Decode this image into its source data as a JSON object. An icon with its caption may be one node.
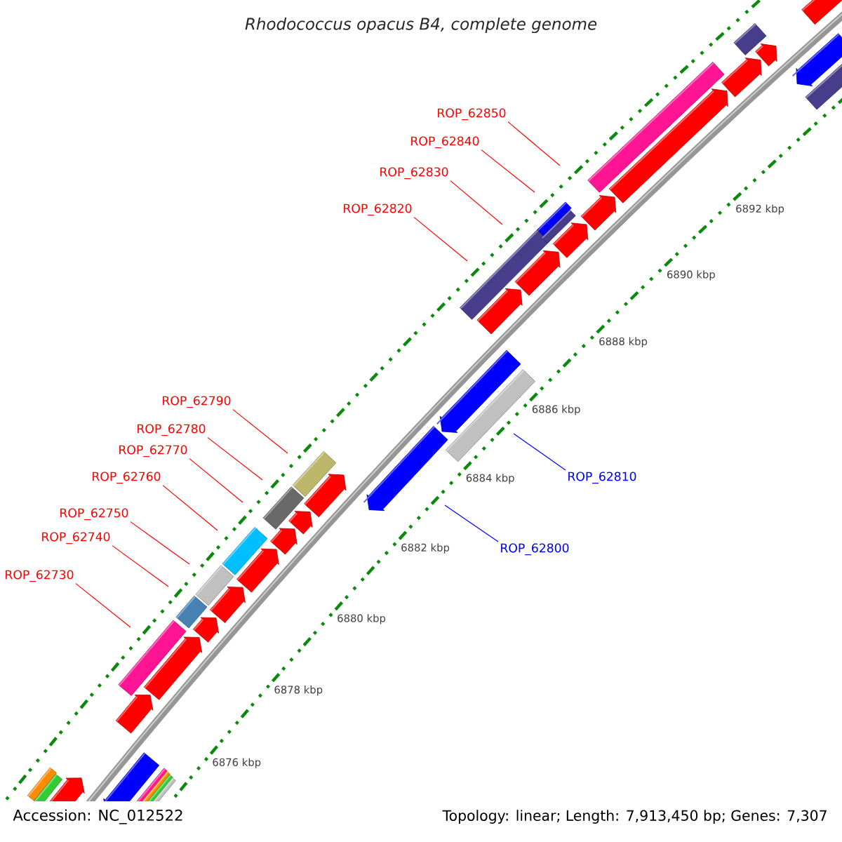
{
  "diagram": {
    "title": "Rhodococcus opacus B4, complete genome",
    "nodes": [
      {
        "text": [
          "ROP_62850"
        ]
      },
      {
        "text": [
          "ROP_62840"
        ]
      },
      {
        "text": [
          "ROP_62830"
        ]
      },
      {
        "text": [
          "ROP_62820"
        ]
      },
      {
        "text": [
          "ROP_62790"
        ]
      },
      {
        "text": [
          "ROP_62780"
        ]
      },
      {
        "text": [
          "ROP_62770"
        ]
      },
      {
        "text": [
          "ROP_62760"
        ]
      },
      {
        "text": [
          "ROP_62810"
        ]
      },
      {
        "text": [
          "ROP_62750"
        ]
      },
      {
        "text": [
          "ROP_62740"
        ]
      },
      {
        "text": [
          "ROP_62800"
        ]
      },
      {
        "text": [
          "ROP_62730"
        ]
      }
    ],
    "edges": [
      {
        "from": 0,
        "to": null,
        "arrow": "none"
      },
      {
        "from": 1,
        "to": null,
        "arrow": "none"
      },
      {
        "from": 2,
        "to": null,
        "arrow": "none"
      },
      {
        "from": 3,
        "to": null,
        "arrow": "none"
      },
      {
        "from": 4,
        "to": null,
        "arrow": "none"
      },
      {
        "from": 5,
        "to": null,
        "arrow": "none"
      },
      {
        "from": 6,
        "to": null,
        "arrow": "none"
      },
      {
        "from": 7,
        "to": null,
        "arrow": "none"
      },
      {
        "from": 8,
        "to": null,
        "arrow": "none",
        "color": "#0000ff"
      },
      {
        "from": 9,
        "to": null,
        "arrow": "none"
      },
      {
        "from": 10,
        "to": null,
        "arrow": "none"
      },
      {
        "from": 11,
        "to": null,
        "arrow": "none",
        "color": "#0000ff"
      },
      {
        "from": 12,
        "to": null,
        "arrow": "none"
      }
    ],
    "labels": [
      "6892 kbp",
      "6890 kbp",
      "6888 kbp",
      "6886 kbp",
      "6884 kbp",
      "6882 kbp",
      "6880 kbp",
      "6878 kbp",
      "6876 kbp",
      "Accession: NC_012522",
      "Topology: linear; Length: 7,913,450 bp; Genes: 7,307"
    ]
  }
}
